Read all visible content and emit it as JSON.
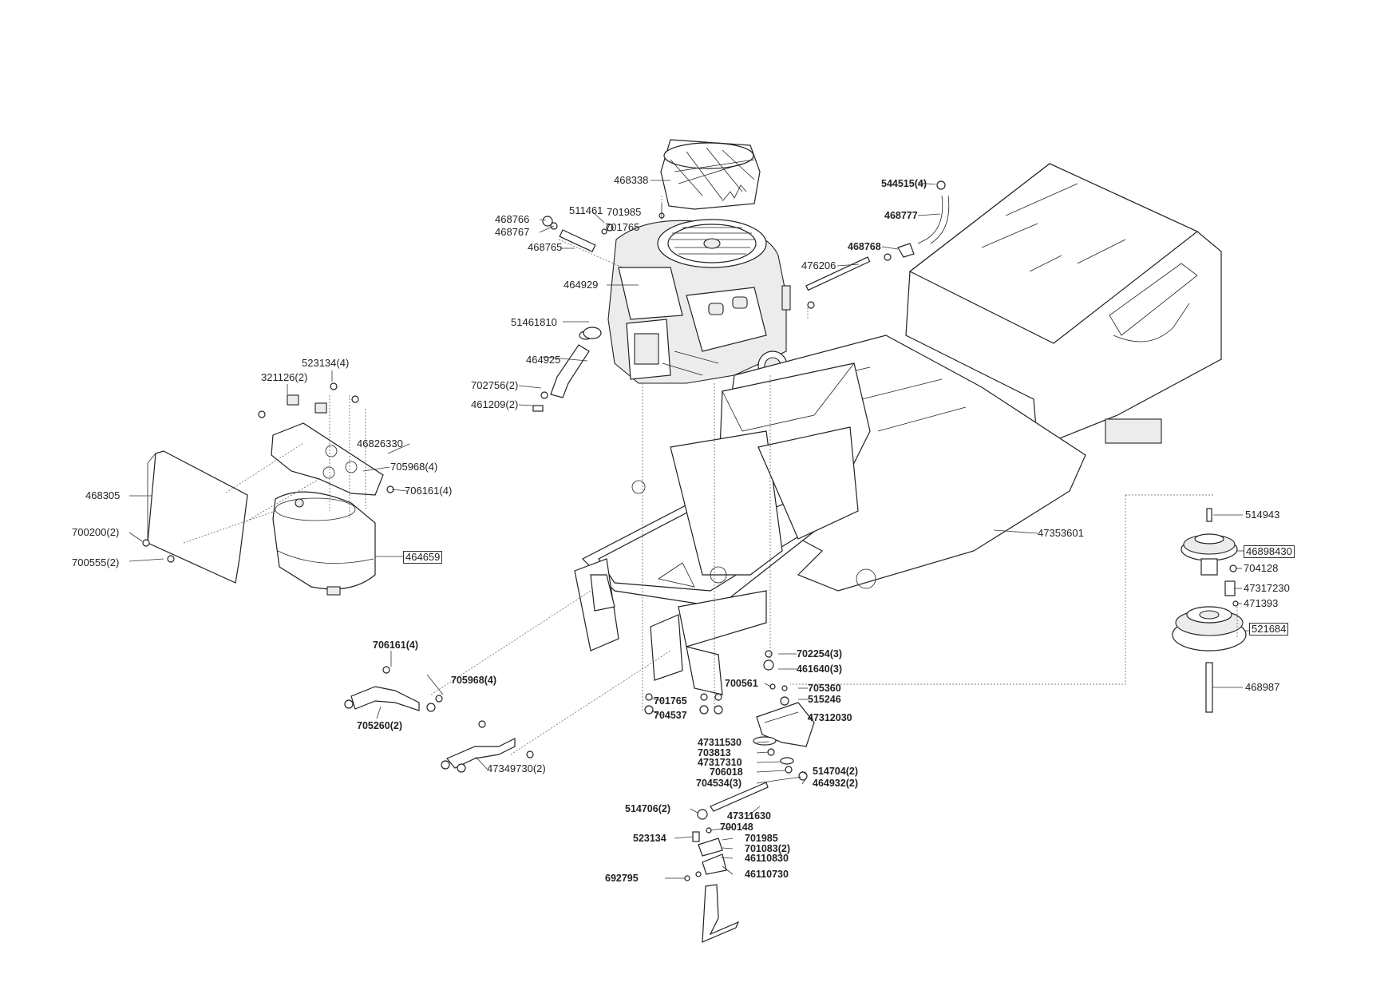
{
  "labels": {
    "l468338": "468338",
    "l544515": "544515(4)",
    "l468777": "468777",
    "l468766": "468766",
    "l511461": "511461",
    "l701985a": "701985",
    "l468767": "468767",
    "l701765a": "701765",
    "l468768": "468768",
    "l468765": "468765",
    "l476206": "476206",
    "l464929": "464929",
    "l51461810": "51461810",
    "l464925": "464925",
    "l702756": "702756(2)",
    "l461209": "461209(2)",
    "l523134_4": "523134(4)",
    "l321126": "321126(2)",
    "l46826330": "46826330",
    "l705968_4a": "705968(4)",
    "l706161_4a": "706161(4)",
    "l468305": "468305",
    "l700200": "700200(2)",
    "l700555": "700555(2)",
    "l464659": "464659",
    "l47353601": "47353601",
    "l514943": "514943",
    "l46898430": "46898430",
    "l704128": "704128",
    "l47317230": "47317230",
    "l471393": "471393",
    "l521684": "521684",
    "l468987": "468987",
    "l706161_4b": "706161(4)",
    "l705968_4b": "705968(4)",
    "l705260": "705260(2)",
    "l47349730": "47349730(2)",
    "l702254": "702254(3)",
    "l461640": "461640(3)",
    "l700561": "700561",
    "l705360": "705360",
    "l515246": "515246",
    "l701765b": "701765",
    "l704537": "704537",
    "l47312030": "47312030",
    "l47311530": "47311530",
    "l703813": "703813",
    "l47317310": "47317310",
    "l706018": "706018",
    "l514704": "514704(2)",
    "l704534": "704534(3)",
    "l464932": "464932(2)",
    "l514706": "514706(2)",
    "l47311630": "47311630",
    "l523134": "523134",
    "l700148": "700148",
    "l701985b": "701985",
    "l701083": "701083(2)",
    "l46110830": "46110830",
    "l46110730": "46110730",
    "l692795": "692795"
  }
}
